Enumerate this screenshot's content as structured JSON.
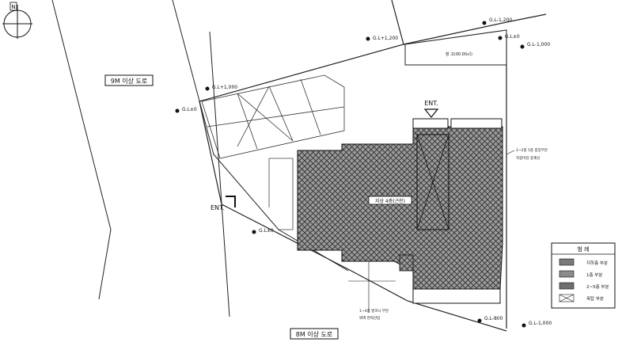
{
  "compass": {
    "label": "N"
  },
  "roads": {
    "left_road": "9M 이상 도로",
    "bottom_road": "8M 이상 도로"
  },
  "entrances": {
    "top": "ENT.",
    "left": "ENT."
  },
  "levels": {
    "l1": "G.L-1,200",
    "l2": "G.L+1,200",
    "l3": "G.L±0",
    "l4": "G.L-1,000",
    "l5": "G.L+1,000",
    "l6": "G.L±0",
    "l7": "G.L±0",
    "l8": "G.L-800",
    "l9": "G.L-1,000"
  },
  "notes": {
    "annex": "창 고(00.00㎡)",
    "right_note_line1": "1~2층 1층 중앙부분",
    "right_note_line2": "지붕마감 중계선",
    "bottom_note_line1": "1~4층 발코니 부분",
    "bottom_note_line2": "외벽 면적산입",
    "building_center": "지상 4층(근린)"
  },
  "legend": {
    "title": "범 례",
    "items": [
      {
        "label": "지하층 부분",
        "swatch": "#7a7a7a"
      },
      {
        "label": "1층 부분",
        "swatch": "#8c8c8c"
      },
      {
        "label": "2~5층 부분",
        "swatch": "#6e6e6e"
      },
      {
        "label": "옥탑 부분",
        "swatch": "cross"
      }
    ]
  }
}
